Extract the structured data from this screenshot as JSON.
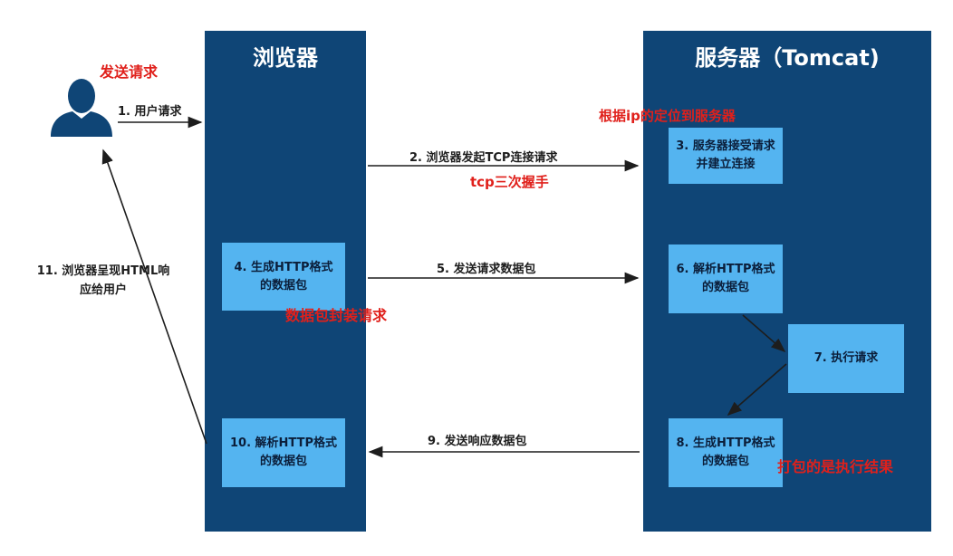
{
  "browser_title": "浏览器",
  "server_title": "服务器（Tomcat)",
  "steps": {
    "s1": "1. 用户请求",
    "s2": "2. 浏览器发起TCP连接请求",
    "s3": "3. 服务器接受请求并建立连接",
    "s4": "4. 生成HTTP格式的数据包",
    "s5": "5. 发送请求数据包",
    "s6": "6. 解析HTTP格式的数据包",
    "s7": "7. 执行请求",
    "s8": "8. 生成HTTP格式的数据包",
    "s9": "9. 发送响应数据包",
    "s10": "10. 解析HTTP格式的数据包",
    "s11": "11. 浏览器呈现HTML响应给用户"
  },
  "annotations": {
    "send_request": "发送请求",
    "locate_server": "根据ip的定位到服务器",
    "handshake": "tcp三次握手",
    "wrap_request": "数据包封装请求",
    "pack_result": "打包的是执行结果"
  },
  "colors": {
    "column": "#0f4576",
    "box": "#54b4f0",
    "annotation": "#e0201b"
  },
  "icons": [
    "user-icon"
  ]
}
